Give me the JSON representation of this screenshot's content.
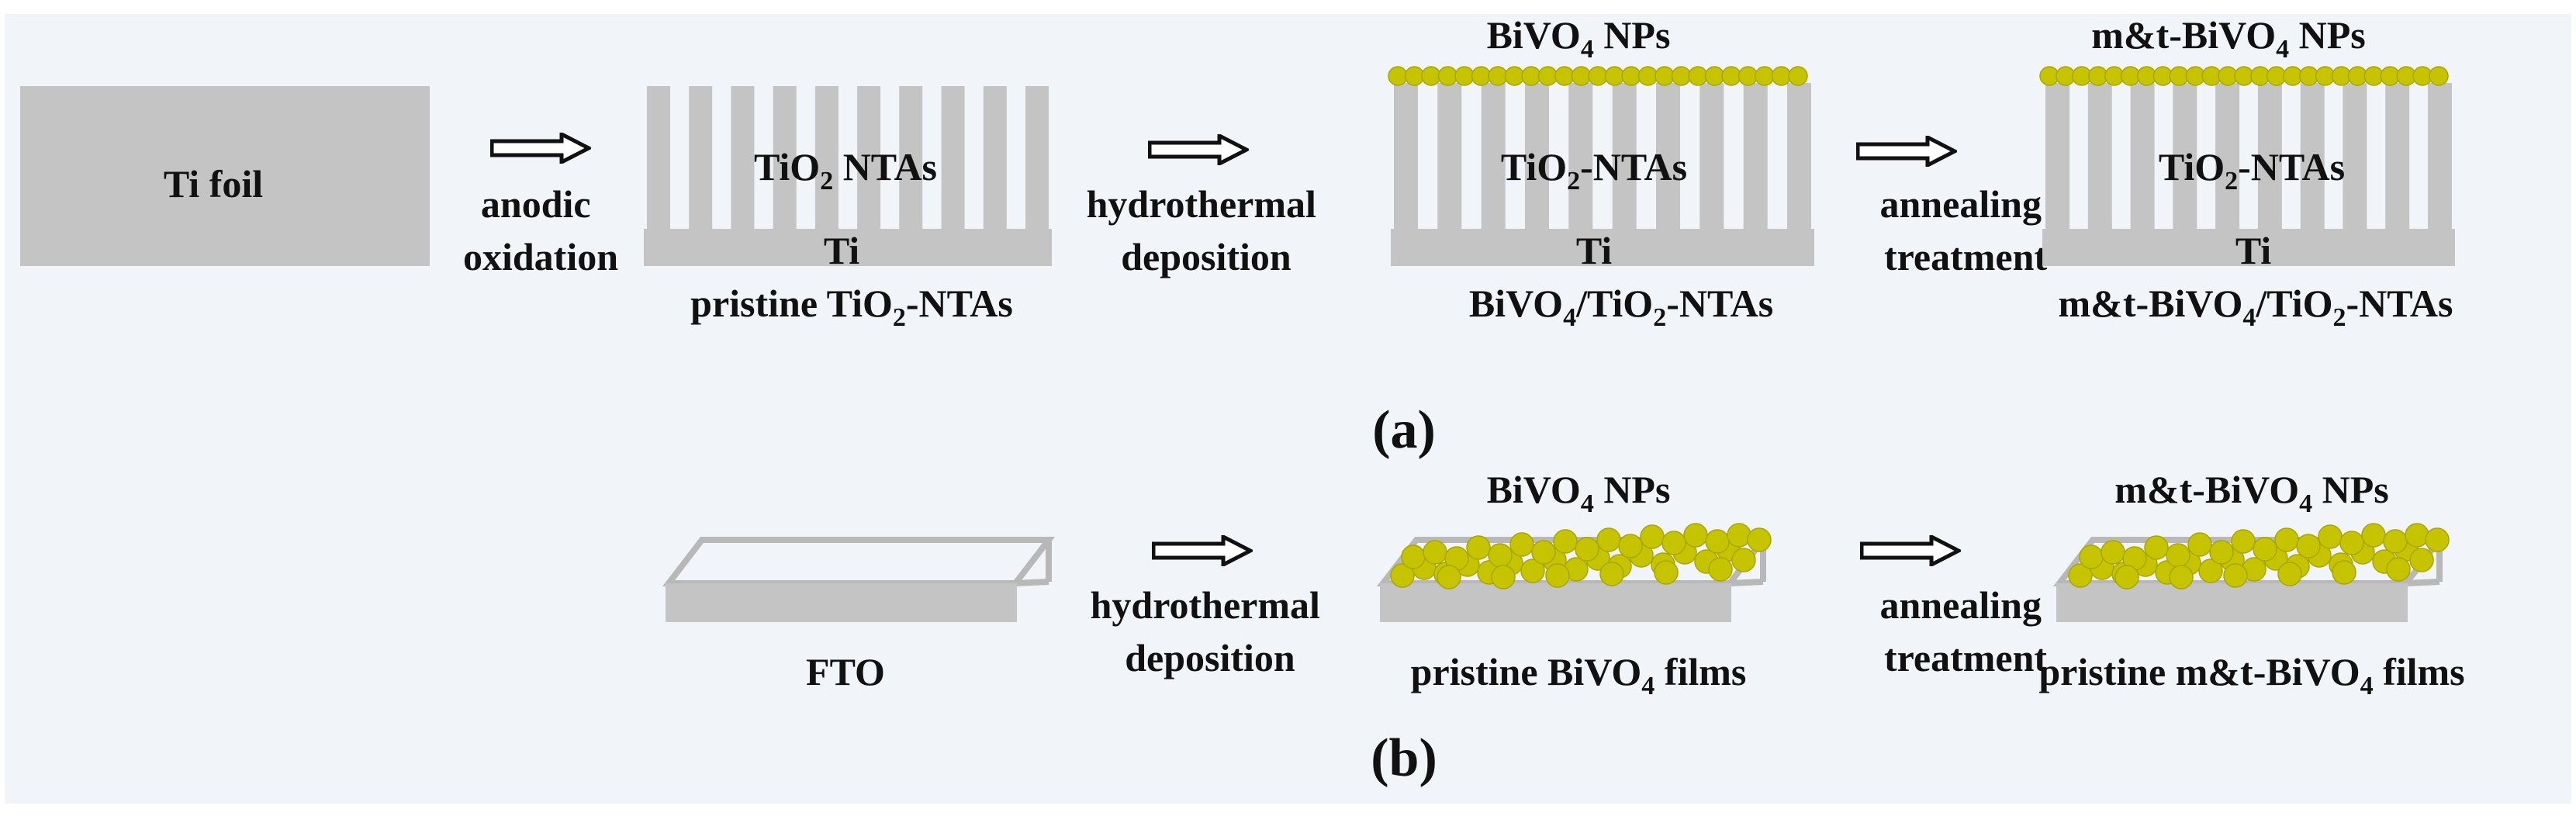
{
  "colors": {
    "background": "#f1f5f9",
    "gray": "#c4c4c4",
    "gray_outline": "#b8b8b8",
    "nanoparticle": "#c6c400",
    "nanoparticle_edge": "#a8a600",
    "arrow": "#111111",
    "text": "#111111"
  },
  "icons": {
    "arrow": "outline-right-arrow-icon",
    "particle": "nanoparticle-circle-icon"
  },
  "panel_a": {
    "label": "(a)",
    "ti_foil": {
      "label": "Ti foil"
    },
    "step1": {
      "line1": "anodic",
      "line2": "oxidation"
    },
    "tio2_ntas": {
      "label": {
        "a": "TiO",
        "sub": "2",
        "b": " NTAs"
      },
      "base_label": "Ti",
      "caption": {
        "a": "pristine TiO",
        "sub": "2",
        "b": "-NTAs"
      }
    },
    "step2": {
      "line1": "hydrothermal",
      "line2": "deposition"
    },
    "bivo4_ntas": {
      "np_label": {
        "a": "BiVO",
        "sub": "4",
        "b": " NPs"
      },
      "label": {
        "a": "TiO",
        "sub": "2",
        "b": "-NTAs"
      },
      "base_label": "Ti",
      "caption": {
        "a": "BiVO",
        "sub1": "4",
        "b": "/TiO",
        "sub2": "2",
        "c": "-NTAs"
      }
    },
    "step3": {
      "line1": "annealing",
      "line2": "treatment"
    },
    "mt_bivo4_ntas": {
      "np_label": {
        "a": "m&t-BiVO",
        "sub": "4",
        "b": " NPs"
      },
      "label": {
        "a": "TiO",
        "sub": "2",
        "b": "-NTAs"
      },
      "base_label": "Ti",
      "caption": {
        "a": "m&t-BiVO",
        "sub1": "4",
        "b": "/TiO",
        "sub2": "2",
        "c": "-NTAs"
      }
    }
  },
  "panel_b": {
    "label": "(b)",
    "fto": {
      "label": "FTO"
    },
    "step1": {
      "line1": "hydrothermal",
      "line2": "deposition"
    },
    "bivo4_film": {
      "np_label": {
        "a": "BiVO",
        "sub": "4",
        "b": " NPs"
      },
      "caption": {
        "a": "pristine BiVO",
        "sub": "4",
        "b": " films"
      }
    },
    "step2": {
      "line1": "annealing",
      "line2": "treatment"
    },
    "mt_bivo4_film": {
      "np_label": {
        "a": "m&t-BiVO",
        "sub": "4",
        "b": " NPs"
      },
      "caption": {
        "a": "pristine m&t-BiVO",
        "sub": "4",
        "b": " films"
      }
    }
  }
}
